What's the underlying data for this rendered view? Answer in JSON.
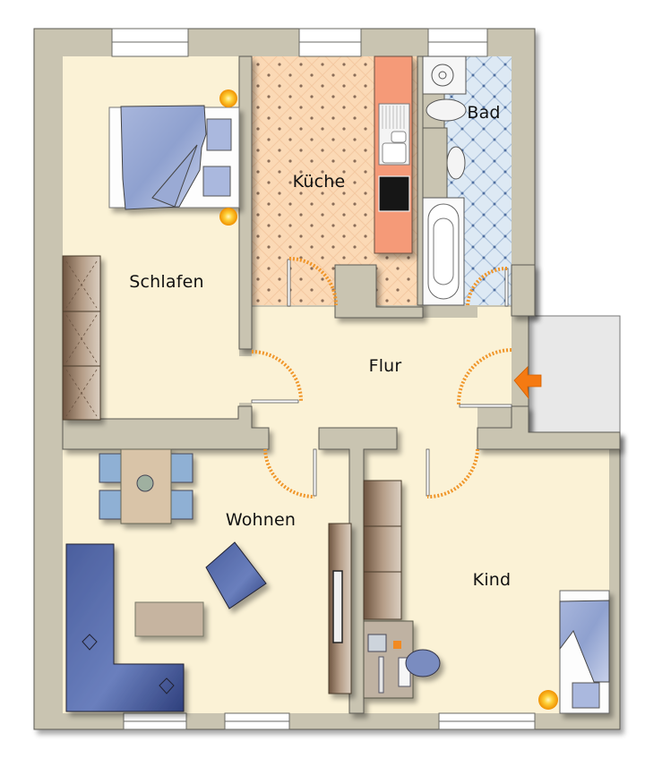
{
  "plan": {
    "colors": {
      "wall": "#c9c4b1",
      "floor": "#fbf2d6",
      "kitchen_floor": "#fbd9b5",
      "kitchen_counter": "#f59a78",
      "bath_floor": "#d7e6f2",
      "door_swing": "#f0962a",
      "entry_arrow": "#f57a12",
      "entrance_area": "#e8e8e8",
      "furniture_blue": "#5a6fa8",
      "lamp": "#f8b400"
    },
    "rooms": [
      {
        "id": "schlafen",
        "label": "Schlafen"
      },
      {
        "id": "kueche",
        "label": "Küche"
      },
      {
        "id": "bad",
        "label": "Bad"
      },
      {
        "id": "flur",
        "label": "Flur"
      },
      {
        "id": "wohnen",
        "label": "Wohnen"
      },
      {
        "id": "kind",
        "label": "Kind"
      }
    ],
    "entrance": {
      "icon": "entry-arrow-icon",
      "direction": "left"
    }
  }
}
